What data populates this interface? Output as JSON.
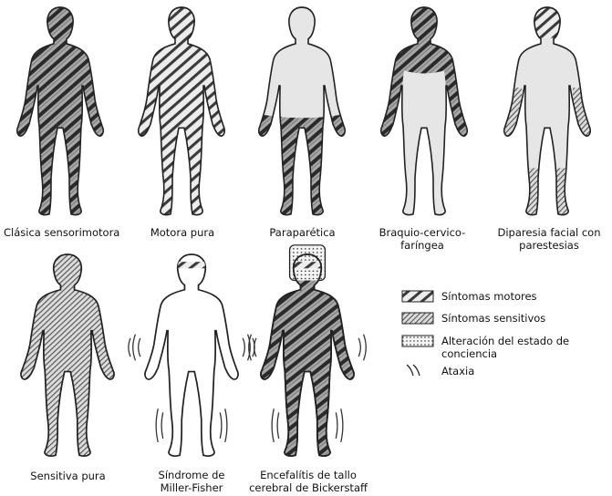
{
  "figures": [
    {
      "id": "clasica-sensorimotora",
      "lines": [
        "Clásica sensorimotora"
      ],
      "pattern": "motor-sensory"
    },
    {
      "id": "motora-pura",
      "lines": [
        "Motora pura"
      ],
      "pattern": "motor-only"
    },
    {
      "id": "paraparetica",
      "lines": [
        "Paraparética"
      ],
      "pattern": "lower-body"
    },
    {
      "id": "braquio-cervico-faringea",
      "lines": [
        "Braquio-cervico-",
        "faríngea"
      ],
      "pattern": "head-neck-arms"
    },
    {
      "id": "diparesia-facial",
      "lines": [
        "Diparesia facial con",
        "parestesias"
      ],
      "pattern": "face-hands-feet"
    },
    {
      "id": "sensitiva-pura",
      "lines": [
        "Sensitiva pura"
      ],
      "pattern": "sensory-only"
    },
    {
      "id": "miller-fisher",
      "lines": [
        "Síndrome de",
        "Miller-Fisher"
      ],
      "pattern": "ataxia-eyes"
    },
    {
      "id": "bickerstaff",
      "lines": [
        "Encefalítis de tallo",
        "cerebral de Bickerstaff"
      ],
      "pattern": "full-plus-consciousness"
    }
  ],
  "legend": [
    {
      "id": "motor",
      "swatch": "motor-hatch",
      "lines": [
        "Síntomas motores"
      ]
    },
    {
      "id": "sensory",
      "swatch": "sensory-hatch",
      "lines": [
        "Síntomas sensitivos"
      ]
    },
    {
      "id": "consciousness",
      "swatch": "dots",
      "lines": [
        "Alteración del estado de",
        "conciencia"
      ]
    },
    {
      "id": "ataxia",
      "swatch": "ataxia-marks",
      "lines": [
        "Ataxia"
      ]
    }
  ],
  "colors": {
    "outline": "#222222",
    "fill_light": "#e6e6e6",
    "hatch": "#333333",
    "background": "#ffffff"
  }
}
